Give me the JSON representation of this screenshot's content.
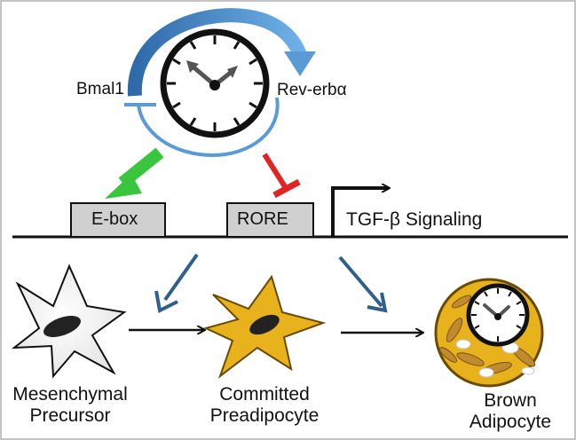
{
  "clock_loop": {
    "left_label": "Bmal1",
    "right_label": "Rev-erbα"
  },
  "promoter_elements": {
    "ebox": "E-box",
    "rore": "RORE",
    "signaling": "TGF-β Signaling"
  },
  "lineage": {
    "stage1": [
      "Mesenchymal",
      "Precursor"
    ],
    "stage2": [
      "Committed",
      "Preadipocyte"
    ],
    "stage3": [
      "Brown",
      "Adipocyte"
    ]
  },
  "colors": {
    "loop_blue": "#5b9bd5",
    "activation_green": "#3ac53e",
    "repression_red": "#e02424",
    "lineage_arrow": "#2f5f8a",
    "box_fill": "#d0d0d0",
    "preadipocyte_fill": "#e8b21c",
    "adipocyte_fill": "#e8b21c"
  }
}
